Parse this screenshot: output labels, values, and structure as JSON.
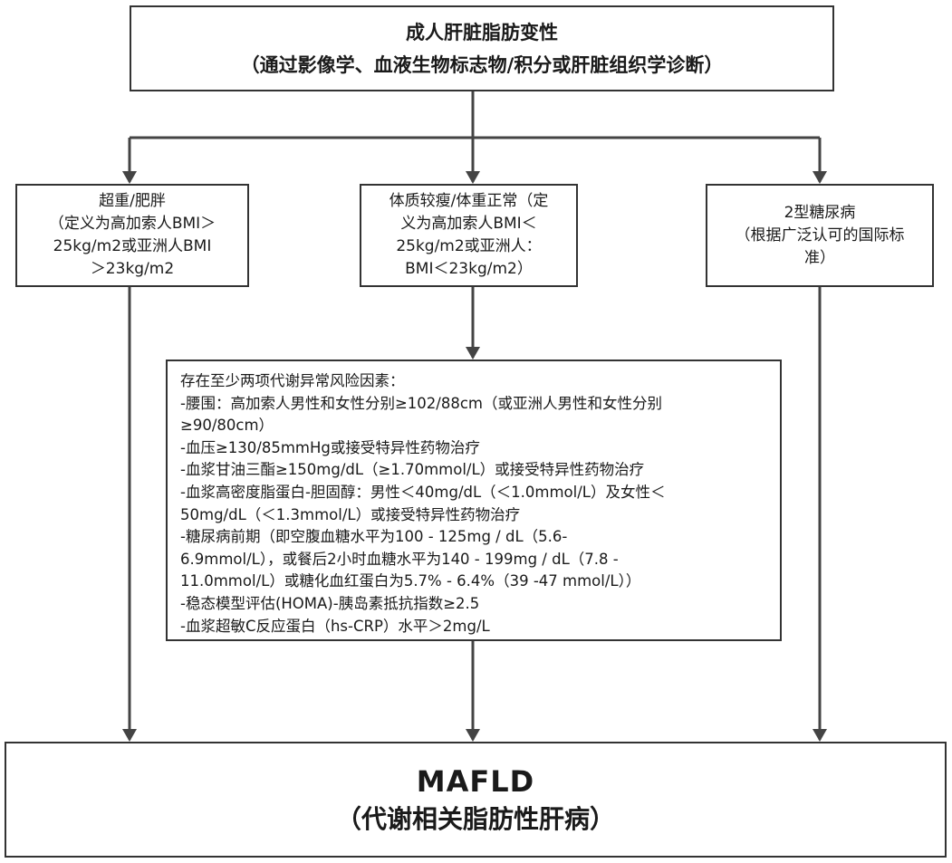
{
  "top": {
    "title": "成人肝脏脂肪变性",
    "subtitle": "（通过影像学、血液生物标志物/积分或肝脏组织学诊断）"
  },
  "branches": [
    {
      "lines": [
        "超重/肥胖",
        "（定义为高加索人BMI＞",
        "25kg/m2或亚洲人BMI",
        "＞23kg/m2"
      ]
    },
    {
      "lines": [
        "体质较瘦/体重正常（定",
        "义为高加索人BMI＜",
        "25kg/m2或亚洲人：",
        "BMI＜23kg/m2）"
      ]
    },
    {
      "lines": [
        "2型糖尿病",
        "（根据广泛认可的国际标",
        "准）"
      ]
    }
  ],
  "risk_factors": {
    "lines": [
      "存在至少两项代谢异常风险因素：",
      "-腰围：高加索人男性和女性分别≥102/88cm（或亚洲人男性和女性分别",
      "≥90/80cm）",
      "-血压≥130/85mmHg或接受特异性药物治疗",
      "-血浆甘油三酯≥150mg/dL（≥1.70mmol/L）或接受特异性药物治疗",
      "-血浆高密度脂蛋白-胆固醇：男性＜40mg/dL（＜1.0mmol/L）及女性＜",
      "50mg/dL（＜1.3mmol/L）或接受特异性药物治疗",
      "-糖尿病前期（即空腹血糖水平为100 - 125mg / dL（5.6-",
      "6.9mmol/L），或餐后2小时血糖水平为140 - 199mg / dL（7.8 -",
      "11.0mmol/L）或糖化血红蛋白为5.7% - 6.4%（39 -47 mmol/L））",
      "-稳态模型评估(HOMA)-胰岛素抵抗指数≥2.5",
      "-血浆超敏C反应蛋白（hs-CRP）水平＞2mg/L"
    ]
  },
  "result": {
    "title": "MAFLD",
    "subtitle": "（代谢相关脂肪性肝病）"
  },
  "colors": {
    "line": "#444444",
    "border": "#333333"
  }
}
